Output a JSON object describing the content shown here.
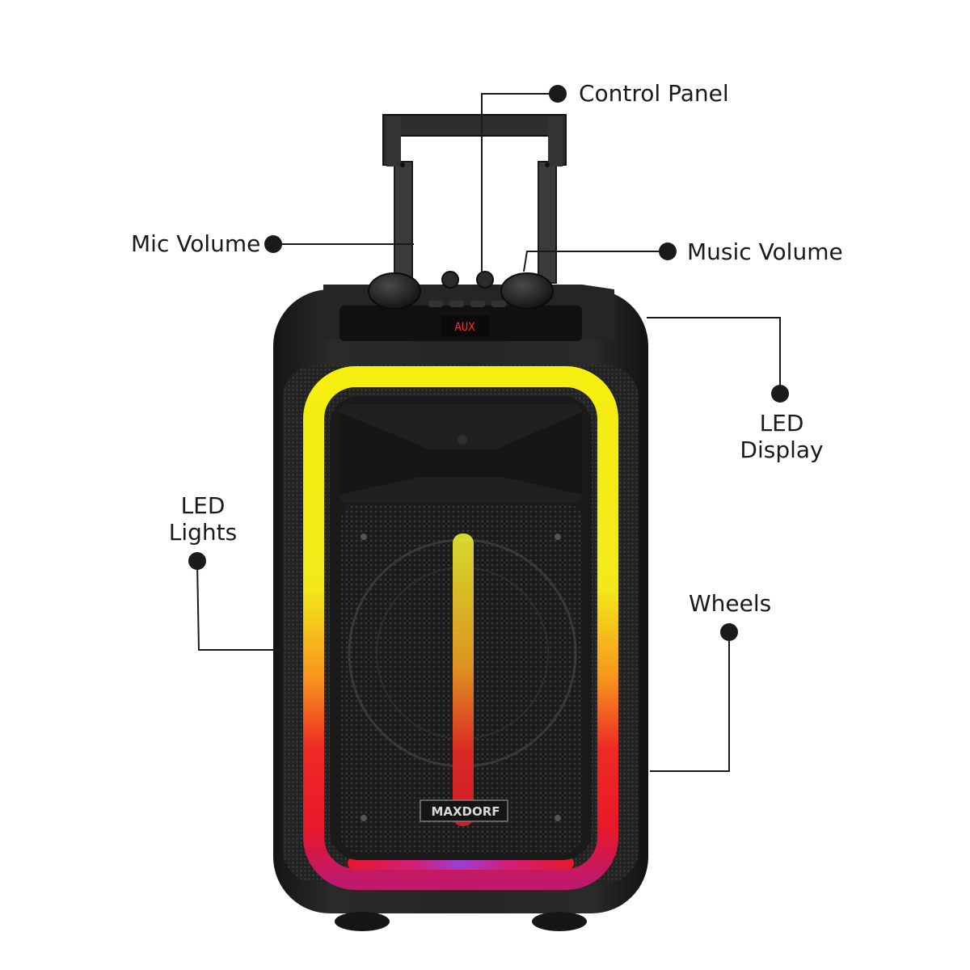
{
  "callouts": {
    "control_panel": "Control Panel",
    "mic_volume": "Mic Volume",
    "music_volume": "Music Volume",
    "led_display": [
      "LED",
      "Display"
    ],
    "led_lights": [
      "LED",
      "Lights"
    ],
    "wheels": "Wheels"
  },
  "product": {
    "display_text": "AUX",
    "brand_logo_text": "MAXDORF"
  },
  "colors": {
    "callout_line": "#1a1a1a",
    "dot": "#1a1a1a",
    "body": "#1f1f1f",
    "led_yellow": "#f5ee10",
    "led_orange": "#f7941d",
    "led_red": "#e8182a",
    "led_purple": "#9b3fd1",
    "display_red": "#ff2a2a"
  }
}
